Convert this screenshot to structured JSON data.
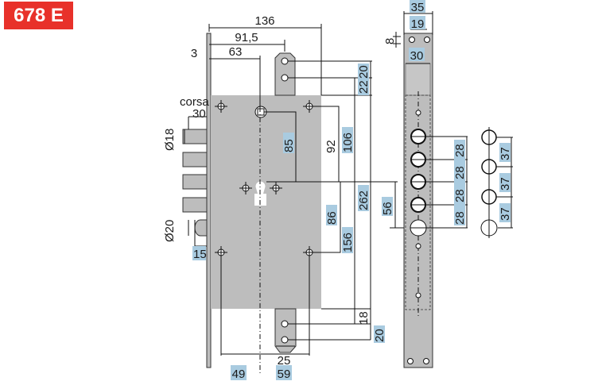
{
  "model": "678 E",
  "labels": {
    "corsa": "corsa",
    "corsa_value": "30",
    "bolt_diameter": "Ø18",
    "latch_diameter": "Ø20",
    "latch_depth": "15",
    "width_total": "136",
    "width_tab": "91,5",
    "backset": "63",
    "faceplate_thickness": "3",
    "tab_top_22": "22",
    "tab_top_20": "20",
    "spindle_to_cyl": "85",
    "d92": "92",
    "d106": "106",
    "d262": "262",
    "d86": "86",
    "d156": "156",
    "d18": "18",
    "d20": "20",
    "d56": "56",
    "d49": "49",
    "d25": "25",
    "d59": "59",
    "strike_width": "35",
    "strike_screw_spacing": "19",
    "strike_inner": "30",
    "strike_screw_offset": "8",
    "bolt_pitch": [
      "28",
      "28",
      "28",
      "28"
    ],
    "round_pitch": [
      "37",
      "37",
      "37"
    ]
  }
}
